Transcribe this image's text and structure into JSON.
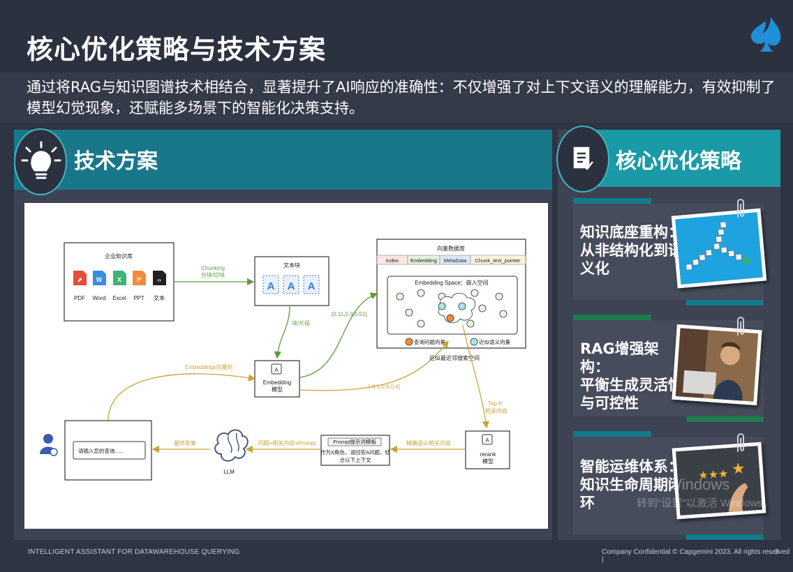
{
  "header": {
    "title": "核心优化策略与技术方案",
    "subtitle": "通过将RAG与知识图谱技术相结合，显著提升了AI响应的准确性：不仅增强了对上下文语义的理解能力，有效抑制了模型幻觉现象，还赋能多场景下的智能化决策支持。"
  },
  "left_section": {
    "title": "技术方案",
    "icon": "lightbulb-icon"
  },
  "right_section": {
    "title": "核心优化策略",
    "icon": "checklist-icon",
    "cards": [
      {
        "line1": "知识底座重构：",
        "line2": "从非结构化到语",
        "line3": "义化",
        "image": "dice-cubes-photo"
      },
      {
        "line1": "RAG增强架构：",
        "line2": "平衡生成灵活性",
        "line3": "与可控性",
        "image": "man-thinking-photo"
      },
      {
        "line1": "智能运维体系：",
        "line2": "知识生命周期闭",
        "line3": "环",
        "image": "rating-stars-photo"
      }
    ]
  },
  "diagram": {
    "knowledge_base": {
      "title": "企业知识库",
      "files": [
        {
          "label": "PDF",
          "color": "#e84b3a",
          "glyph": "⬈"
        },
        {
          "label": "Word",
          "color": "#3a8de0",
          "glyph": "W"
        },
        {
          "label": "Excel",
          "color": "#3cb371",
          "glyph": "X"
        },
        {
          "label": "PPT",
          "color": "#f28c38",
          "glyph": "P"
        },
        {
          "label": "文本",
          "color": "#222222",
          "glyph": "‹›"
        }
      ]
    },
    "text_block": {
      "title": "文本块",
      "chunks": [
        "A",
        "A",
        "A"
      ]
    },
    "vector_db": {
      "title": "向量数据库",
      "columns": [
        "Index",
        "Embedding",
        "MetaData",
        "Chunk_text_pointer"
      ],
      "space_title": "Embedding Space：嵌入空间",
      "legend_query": "查询问题向量",
      "legend_similar": "近似语义向量"
    },
    "embedding_model": {
      "line1": "Embedding",
      "line2": "模型"
    },
    "rerank_model": {
      "line1": "rerank",
      "line2": "模型"
    },
    "prompt": {
      "title": "Prompt提示词模板",
      "line1": "作为X角色，请回答A问题，结",
      "line2": "合以下上下文"
    },
    "llm": "LLM",
    "query_input": "请输入您的查询......",
    "edges": {
      "chunking": "Chunking",
      "chunking_cn": "分块/切块",
      "chunk_segment": "块/片段",
      "vector_a": "[0.11,0.3,0.51]",
      "vector_b": "[-0.1,0.9,0.4]",
      "embeddings": "Embeddings向量化",
      "nearest": "近似最近邻搜索空间",
      "topk": "Top-K",
      "topk_cn": "相关内容",
      "precise": "精确语义相关内容",
      "question_prompt": "问题+相关内容+Prompt",
      "final_answer": "最终答案"
    }
  },
  "footer": {
    "left": "INTELLIGENT ASSISTANT FOR DATAWAREHOUSE QUERYING",
    "right": "Company Confidential © Capgemini 2023. All rights reserved  |",
    "page": "3"
  },
  "watermark": {
    "line1": "Windows",
    "line2": "转到\"设置\"以激活 Windows。"
  },
  "colors": {
    "accent": "#19778a",
    "accent_light": "#1a9aa6",
    "arrow_green": "#5a9e3a",
    "arrow_gold": "#c9a23a"
  }
}
